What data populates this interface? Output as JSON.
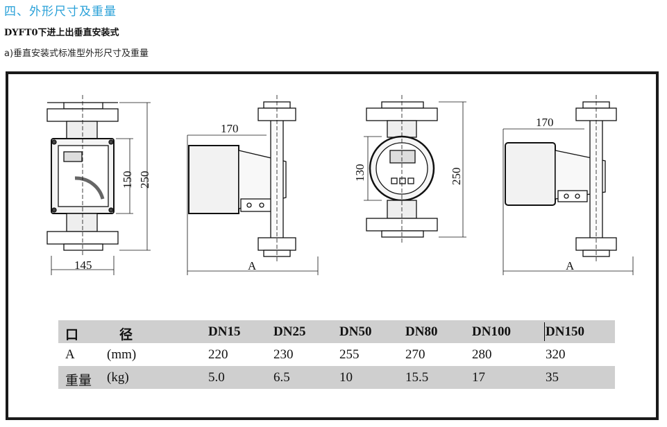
{
  "section_title": "四、外形尺寸及重量",
  "model_title": "DYFT0下进上出垂直安装式",
  "subsection_title": "a)垂直安装式标准型外形尺寸及重量",
  "dimensions": {
    "view1_width": "145",
    "view1_h_inner": "150",
    "view1_h_total": "250",
    "view2_depth": "170",
    "view2_a": "A",
    "view3_h_inner": "130",
    "view3_h_total": "250",
    "view4_depth": "170",
    "view4_a": "A"
  },
  "table": {
    "header": [
      "口",
      "径",
      "DN15",
      "DN25",
      "DN50",
      "DN80",
      "DN100",
      "DN150"
    ],
    "row_a": [
      "A",
      "(mm)",
      "220",
      "230",
      "255",
      "270",
      "280",
      "320"
    ],
    "row_w": [
      "重量",
      "(kg)",
      "5.0",
      "6.5",
      "10",
      "15.5",
      "17",
      "35"
    ]
  }
}
